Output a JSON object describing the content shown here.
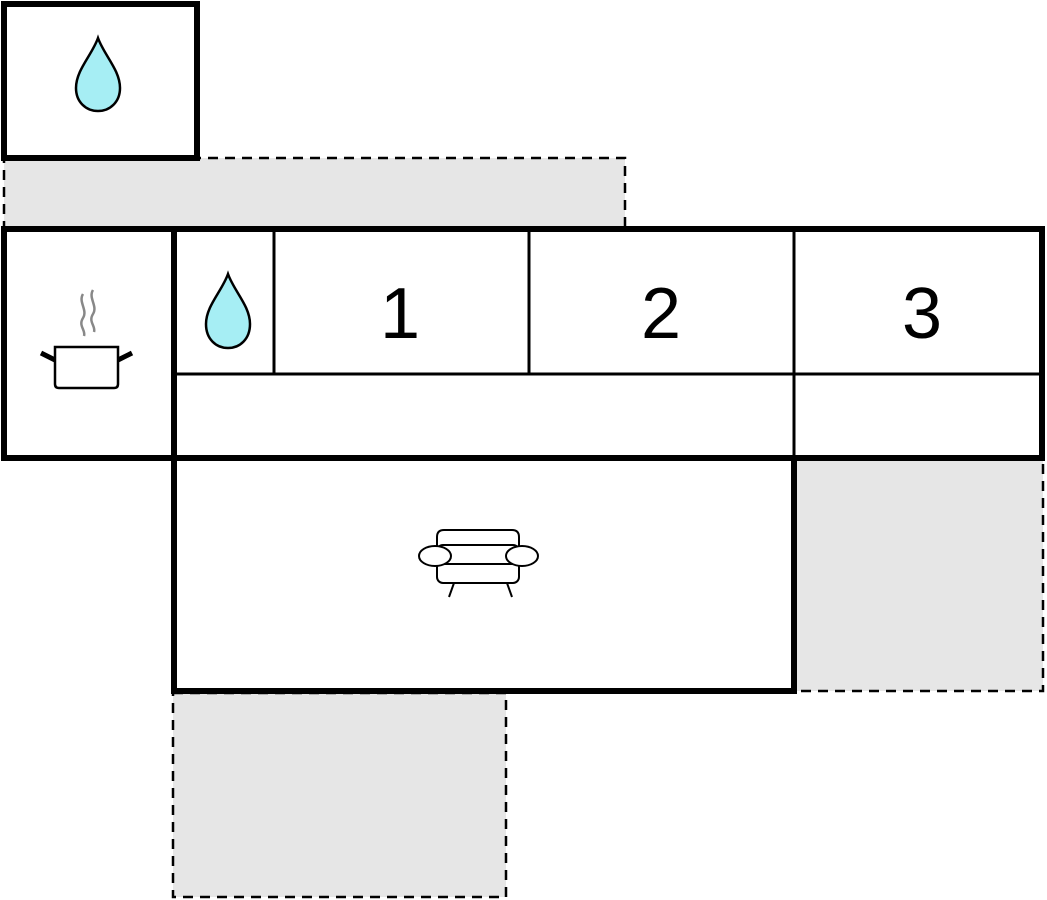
{
  "plan": {
    "bedroom_1_label": "1",
    "bedroom_2_label": "2",
    "bedroom_3_label": "3"
  },
  "icons": {
    "bathroom_upper": "water-drop-icon",
    "bathroom_main": "water-drop-icon",
    "kitchen": "cooking-pot-icon",
    "living_room": "sofa-icon"
  },
  "colors": {
    "wall": "#000000",
    "terrace_fill": "#e6e6e6",
    "water_drop": "#a6eef4",
    "steam": "#888888",
    "background": "#ffffff"
  }
}
